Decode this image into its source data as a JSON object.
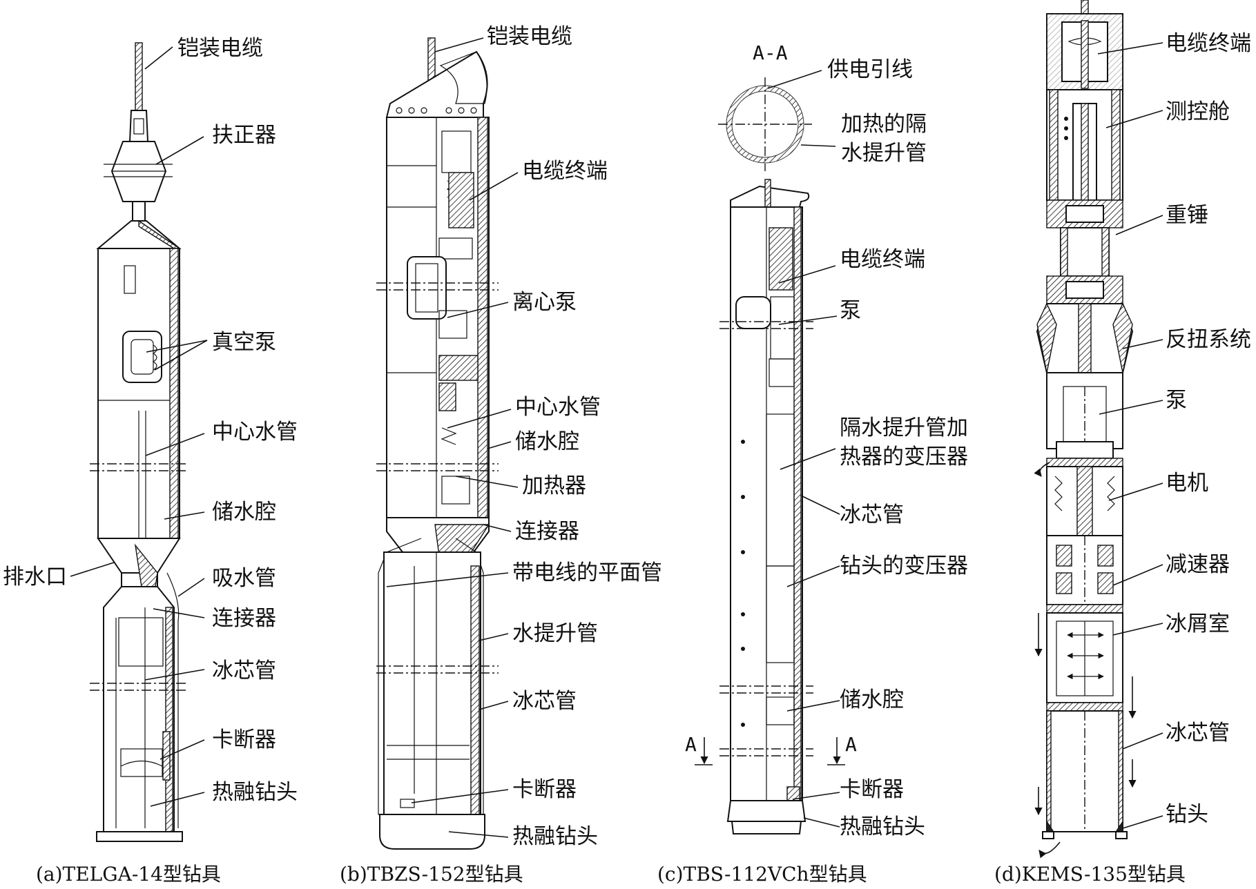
{
  "panels": [
    {
      "id": "a",
      "caption": "(a)TELGA-14型钻具",
      "labels": [
        "铠装电缆",
        "扶正器",
        "真空泵",
        "中心水管",
        "储水腔",
        "排水口",
        "吸水管",
        "连接器",
        "冰芯管",
        "卡断器",
        "热融钻头"
      ]
    },
    {
      "id": "b",
      "caption": "(b)TBZS-152型钻具",
      "labels": [
        "铠装电缆",
        "电缆终端",
        "离心泵",
        "中心水管",
        "储水腔",
        "加热器",
        "连接器",
        "带电线的平面管",
        "水提升管",
        "冰芯管",
        "卡断器",
        "热融钻头"
      ]
    },
    {
      "id": "c",
      "caption": "(c)TBS-112VCh型钻具",
      "section_title": "A-A",
      "section_marks": [
        "A",
        "A"
      ],
      "labels": [
        "供电引线",
        "加热的隔\n水提升管",
        "电缆终端",
        "泵",
        "隔水提升管加\n热器的变压器",
        "冰芯管",
        "钻头的变压器",
        "储水腔",
        "卡断器",
        "热融钻头"
      ]
    },
    {
      "id": "d",
      "caption": "(d)KEMS-135型钻具",
      "labels": [
        "电缆终端",
        "测控舱",
        "重锤",
        "反扭系统",
        "泵",
        "电机",
        "减速器",
        "冰屑室",
        "冰芯管",
        "钻头"
      ]
    }
  ]
}
